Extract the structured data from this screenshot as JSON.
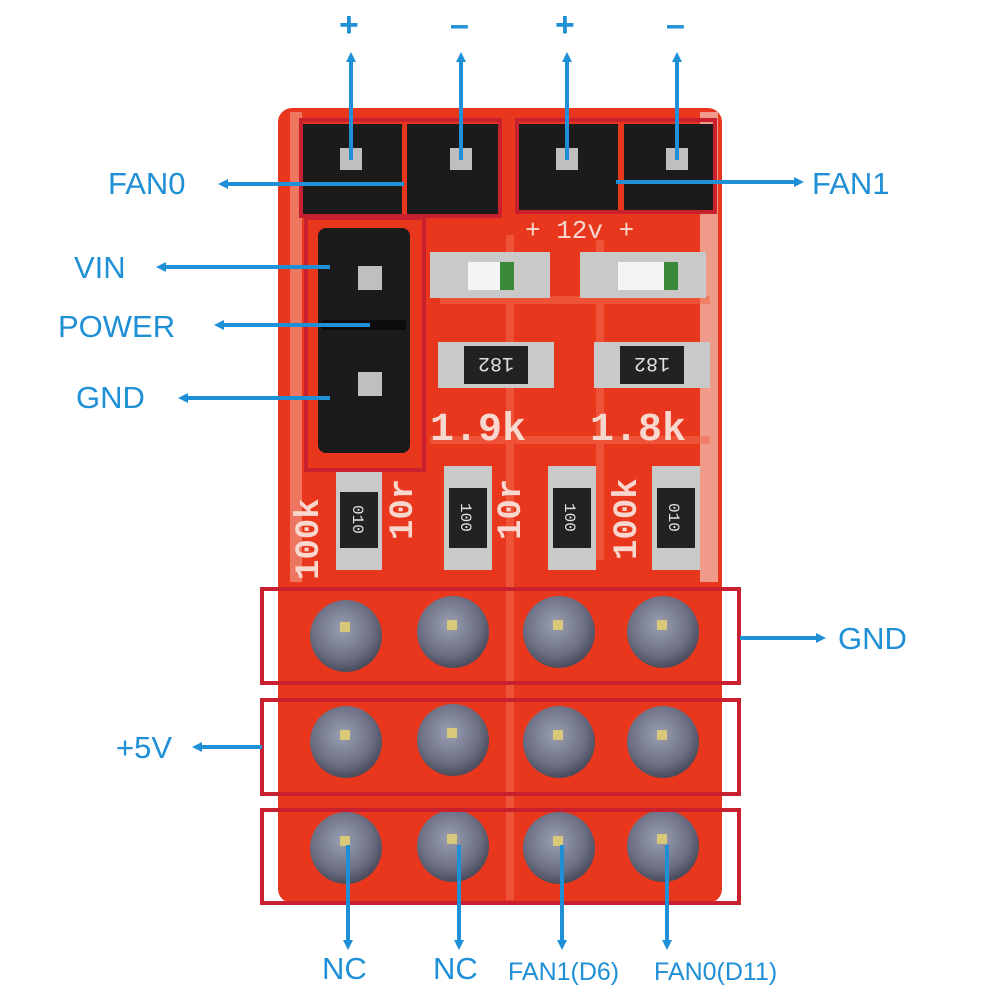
{
  "labels": {
    "plus": "+",
    "minus": "–",
    "fan0": "FAN0",
    "fan1": "FAN1",
    "vin": "VIN",
    "power": "POWER",
    "gnd_left": "GND",
    "gnd_right": "GND",
    "plus5v": "+5V",
    "nc1": "NC",
    "nc2": "NC",
    "fan1_d6": "FAN1(D6)",
    "fan0_d11": "FAN0(D11)"
  },
  "silkscreen": {
    "r_1_9k": "1.9k",
    "r_1_8k": "1.8k",
    "r_10r_a": "10r",
    "r_10r_b": "10r",
    "r_100k_a": "100k",
    "r_100k_b": "100k",
    "code_182_a": "182",
    "code_182_b": "182",
    "code_010_a": "010",
    "code_100_a": "100",
    "code_100_b": "100",
    "code_010_b": "010",
    "header_marks": "+ 12v +"
  },
  "colors": {
    "accent_blue": "#1f8fd6",
    "pcb_red": "#e8371d",
    "highlight_box": "#c8202e"
  }
}
